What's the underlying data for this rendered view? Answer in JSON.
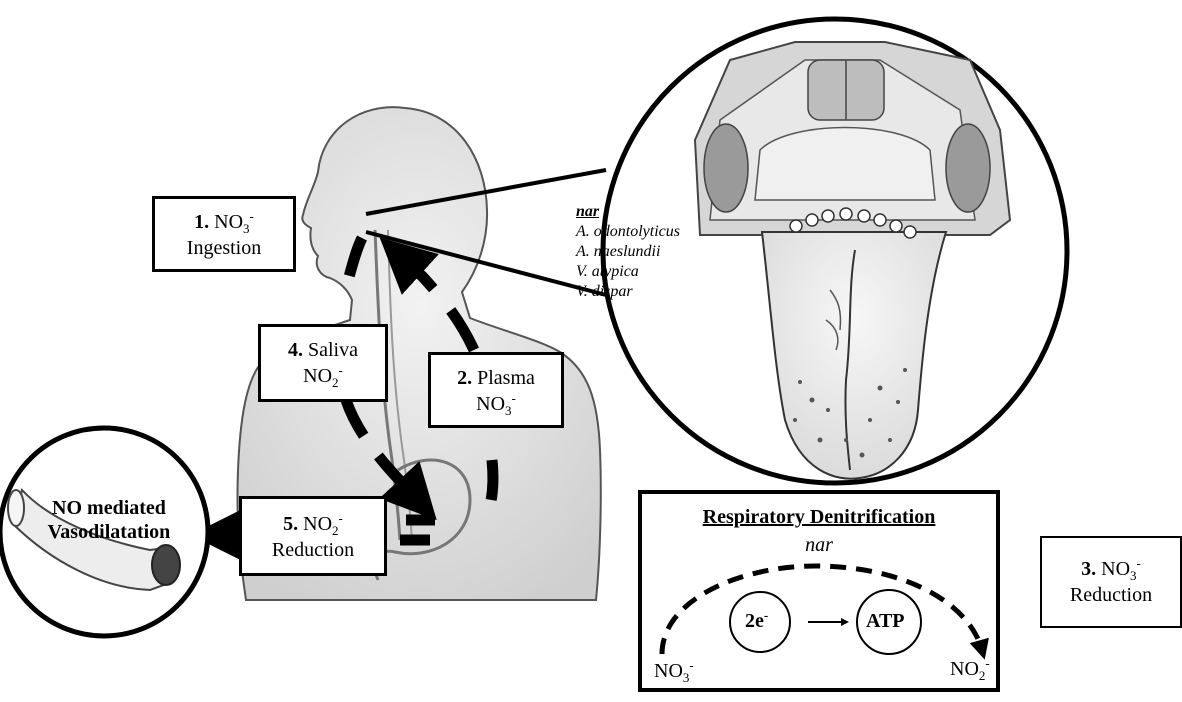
{
  "step1": {
    "num": "1.",
    "formula": "NO",
    "sub": "3",
    "sup": "-",
    "label": "Ingestion"
  },
  "step2": {
    "num": "2.",
    "word": "Plasma",
    "formula": "NO",
    "sub": "3",
    "sup": "-"
  },
  "step3": {
    "num": "3.",
    "formula": "NO",
    "sub": "3",
    "sup": "-",
    "label": "Reduction"
  },
  "step4": {
    "num": "4.",
    "word": "Saliva",
    "formula": "NO",
    "sub": "2",
    "sup": "-"
  },
  "step5": {
    "num": "5.",
    "formula": "NO",
    "sub": "2",
    "sup": "-",
    "label": "Reduction"
  },
  "vaso": {
    "line1": "NO mediated",
    "line2": "Vasodilatation"
  },
  "bacteria": {
    "header": "nar",
    "species": [
      "A. odontolyticus",
      "A. naeslundii",
      "V. atypica",
      "V. dispar"
    ]
  },
  "denitrification": {
    "title": "Respiratory Denitrification",
    "gene": "nar",
    "electrons": {
      "text": "2e",
      "sup": "-"
    },
    "atp": "ATP",
    "substrate": {
      "text": "NO",
      "sub": "3",
      "sup": "-"
    },
    "product": {
      "text": "NO",
      "sub": "2",
      "sup": "-"
    }
  }
}
